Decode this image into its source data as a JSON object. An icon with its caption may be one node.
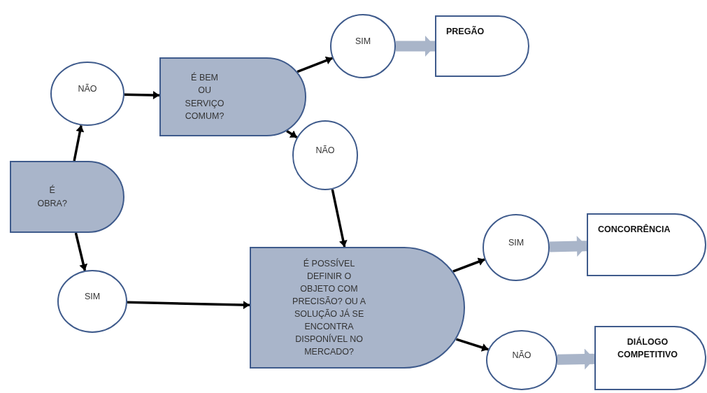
{
  "diagram": {
    "nodes": [
      {
        "text": [
          "É OBRA?"
        ]
      },
      {
        "text": [
          "NÃO"
        ]
      },
      {
        "text": [
          "É BEM OU SERVIÇO COMUM?"
        ]
      },
      {
        "text": [
          "SIM"
        ]
      },
      {
        "text": [
          "PREGÃO"
        ]
      },
      {
        "text": [
          "NÃO"
        ]
      },
      {
        "text": [
          "SIM"
        ]
      },
      {
        "text": [
          "É POSSÍVEL DEFINIR O OBJETO COM PRECISÃO? OU A SOLUÇÃO JÁ SE ENCONTRA DISPONÍVEL NO MERCADO?"
        ]
      },
      {
        "text": [
          "SIM"
        ]
      },
      {
        "text": [
          "CONCORRÊNCIA"
        ]
      },
      {
        "text": [
          "NÃO"
        ]
      },
      {
        "text": [
          "DIÁLOGO COMPETITIVO"
        ]
      }
    ],
    "edges": [
      {
        "from": 0,
        "to": 1,
        "arrow": "to"
      },
      {
        "from": 1,
        "to": 2,
        "arrow": "to"
      },
      {
        "from": 2,
        "to": 3,
        "arrow": "to"
      },
      {
        "from": 3,
        "to": 4,
        "arrow": "to",
        "style": "thick",
        "color": "#a9b5c9"
      },
      {
        "from": 2,
        "to": 5,
        "arrow": "to"
      },
      {
        "from": 5,
        "to": 7,
        "arrow": "to"
      },
      {
        "from": 0,
        "to": 6,
        "arrow": "to"
      },
      {
        "from": 6,
        "to": 7,
        "arrow": "to"
      },
      {
        "from": 7,
        "to": 8,
        "arrow": "to"
      },
      {
        "from": 8,
        "to": 9,
        "arrow": "to",
        "style": "thick",
        "color": "#a9b5c9"
      },
      {
        "from": 7,
        "to": 10,
        "arrow": "to"
      },
      {
        "from": 10,
        "to": 11,
        "arrow": "to",
        "style": "thick",
        "color": "#a9b5c9"
      }
    ]
  }
}
